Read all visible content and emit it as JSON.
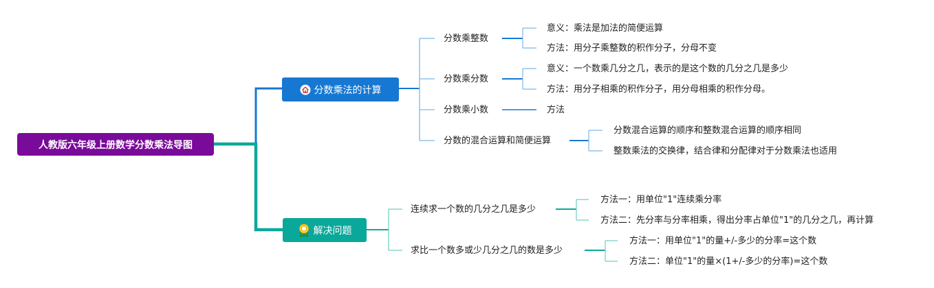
{
  "root": {
    "label": "人教版六年级上册数学分数乘法导图"
  },
  "branches": [
    {
      "label": "分数乘法的计算",
      "icon": "home-icon",
      "color": "#1678d2",
      "children": [
        {
          "label": "分数乘整数",
          "children": [
            {
              "label": "意义：乘法是加法的简便运算"
            },
            {
              "label": "方法：用分子乘整数的积作分子，分母不变"
            }
          ]
        },
        {
          "label": "分数乘分数",
          "children": [
            {
              "label": "意义：一个数乘几分之几，表示的是这个数的几分之几是多少"
            },
            {
              "label": "方法：用分子相乘的积作分子，用分母相乘的积作分母。"
            }
          ]
        },
        {
          "label": "分数乘小数",
          "children": [
            {
              "label": "方法"
            }
          ]
        },
        {
          "label": "分数的混合运算和简便运算",
          "children": [
            {
              "label": "分数混合运算的顺序和整数混合运算的顺序相同"
            },
            {
              "label": "整数乘法的交换律，结合律和分配律对于分数乘法也适用"
            }
          ]
        }
      ]
    },
    {
      "label": "解决问题",
      "icon": "award-icon",
      "color": "#0aa89a",
      "children": [
        {
          "label": "连续求一个数的几分之几是多少",
          "children": [
            {
              "label": "方法一：用单位\"1\"连续乘分率"
            },
            {
              "label": "方法二：先分率与分率相乘，得出分率占单位\"1\"的几分之几，再计算"
            }
          ]
        },
        {
          "label": "求比一个数多或少几分之几的数是多少",
          "children": [
            {
              "label": "方法一：用单位\"1\"的量+/-多少的分率=这个数"
            },
            {
              "label": "方法二：单位\"1\"的量×(1+/-多少的分率)=这个数"
            }
          ]
        }
      ]
    }
  ]
}
